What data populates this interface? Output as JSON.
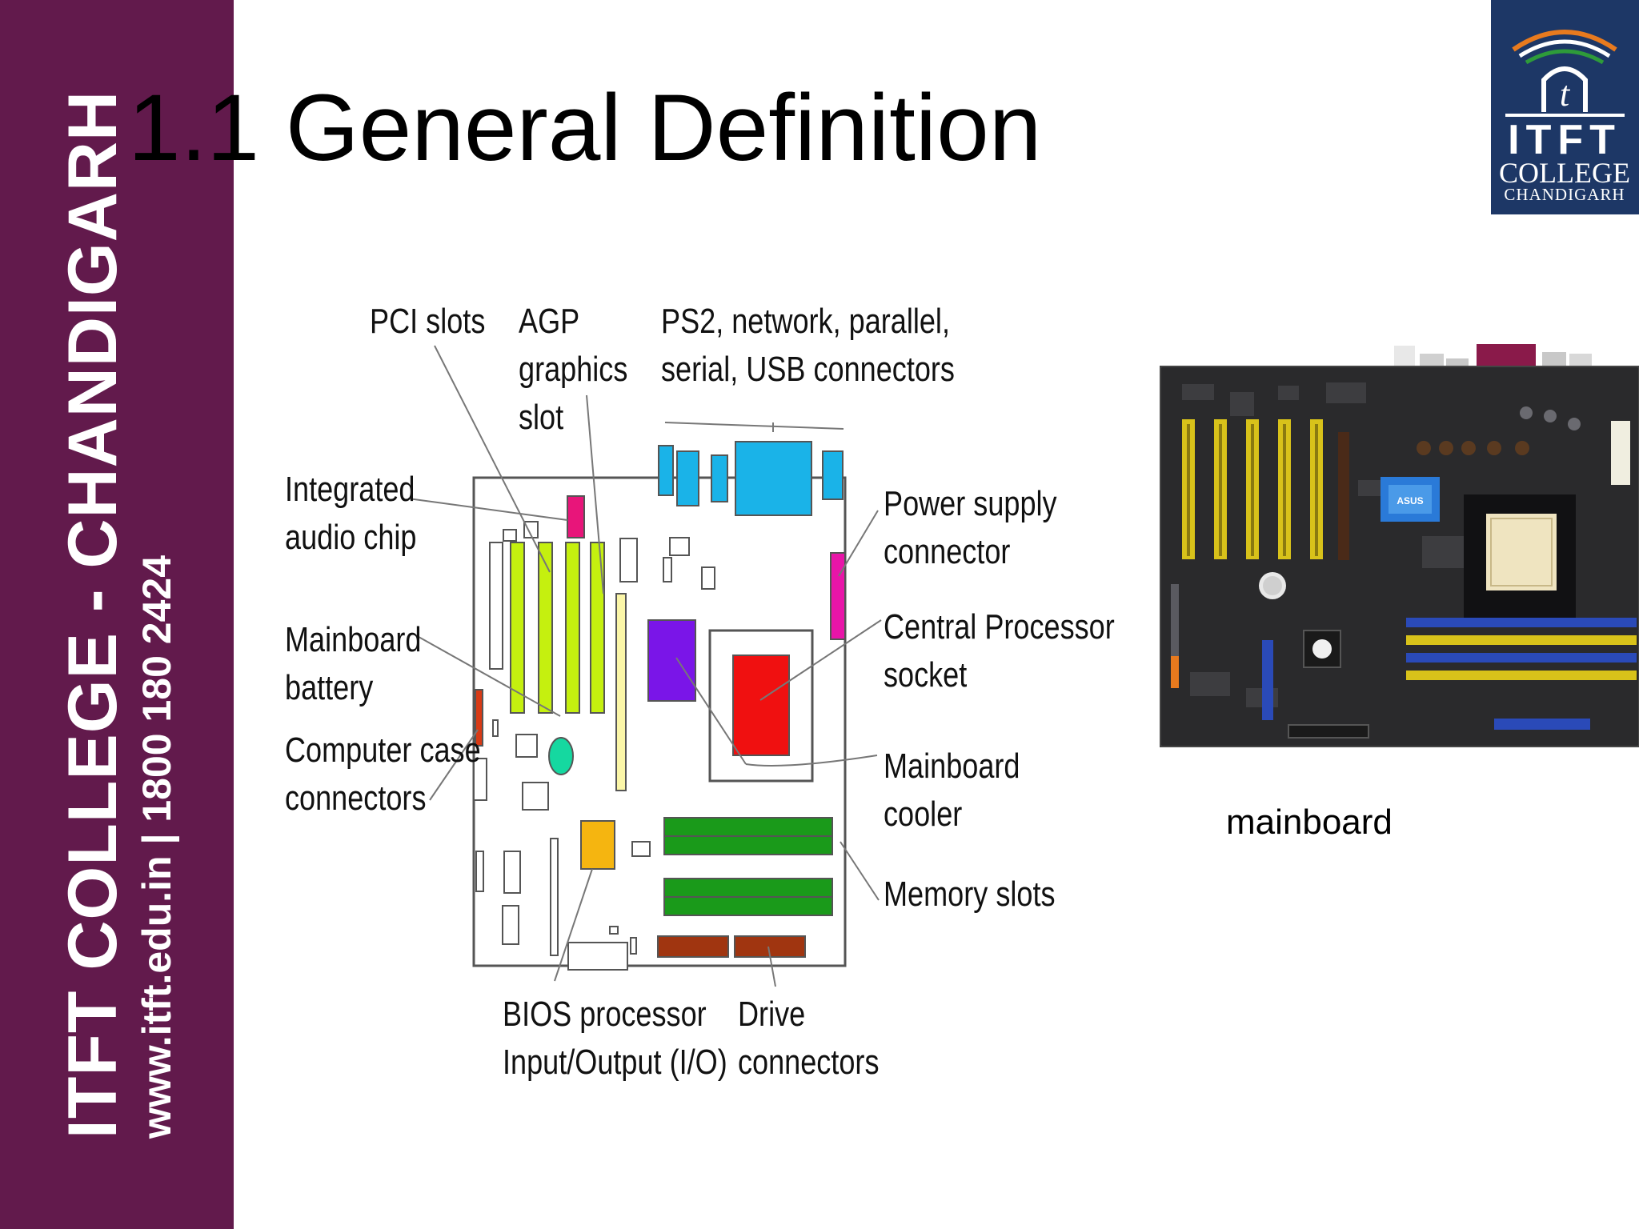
{
  "sidebar": {
    "title": "ITFT COLLEGE - CHANDIGARH",
    "subtitle": "www.itft.edu.in  | 1800 180 2424"
  },
  "logo": {
    "line1": "ITFT",
    "line2": "COLLEGE",
    "line3": "CHANDIGARH",
    "bg_color": "#1d3766"
  },
  "slide": {
    "title": "1.1 General Definition"
  },
  "diagram": {
    "labels": {
      "pci": [
        "PCI slots"
      ],
      "agp": [
        "AGP",
        "graphics",
        "slot"
      ],
      "ports": [
        "PS2, network, parallel,",
        "serial, USB connectors"
      ],
      "audio": [
        "Integrated",
        "audio chip"
      ],
      "battery": [
        "Mainboard",
        "battery"
      ],
      "case": [
        "Computer case",
        "connectors"
      ],
      "power": [
        "Power supply",
        "connector"
      ],
      "cpu": [
        "Central Processor",
        "socket"
      ],
      "cooler": [
        "Mainboard",
        "cooler"
      ],
      "memory": [
        "Memory slots"
      ],
      "bios": [
        "BIOS processor",
        "Input/Output (I/O)"
      ],
      "drive": [
        "Drive",
        "connectors"
      ]
    }
  },
  "photo": {
    "caption": "mainboard",
    "brand": "ASUS"
  }
}
